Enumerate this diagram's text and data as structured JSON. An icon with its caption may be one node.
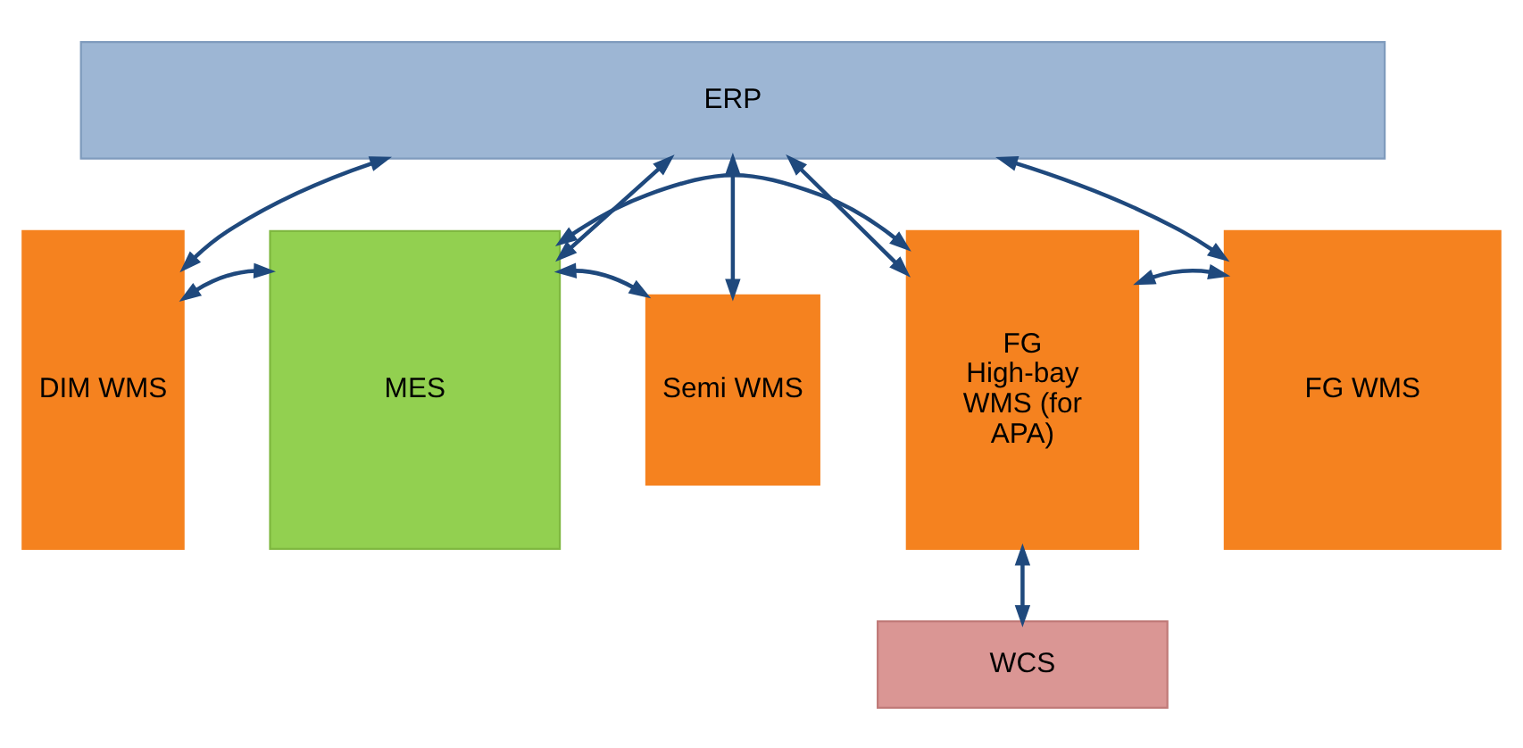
{
  "diagram": {
    "nodes": [
      {
        "text": [
          "ERP"
        ]
      },
      {
        "text": [
          "DIM WMS"
        ]
      },
      {
        "text": [
          "MES"
        ]
      },
      {
        "text": [
          "Semi WMS"
        ]
      },
      {
        "text": [
          "FG High-bay WMS (for APA)"
        ]
      },
      {
        "text": [
          "FG WMS"
        ]
      },
      {
        "text": [
          "WCS"
        ]
      }
    ],
    "edges": [
      {
        "from": 0,
        "to": 1,
        "arrow": "both"
      },
      {
        "from": 0,
        "to": 2,
        "arrow": "both"
      },
      {
        "from": 0,
        "to": 3,
        "arrow": "both"
      },
      {
        "from": 0,
        "to": 4,
        "arrow": "both"
      },
      {
        "from": 0,
        "to": 5,
        "arrow": "both"
      },
      {
        "from": 1,
        "to": 2,
        "arrow": "both"
      },
      {
        "from": 2,
        "to": 3,
        "arrow": "both"
      },
      {
        "from": 2,
        "to": 4,
        "arrow": "both"
      },
      {
        "from": 4,
        "to": 5,
        "arrow": "both"
      },
      {
        "from": 4,
        "to": 6,
        "arrow": "both"
      }
    ]
  }
}
